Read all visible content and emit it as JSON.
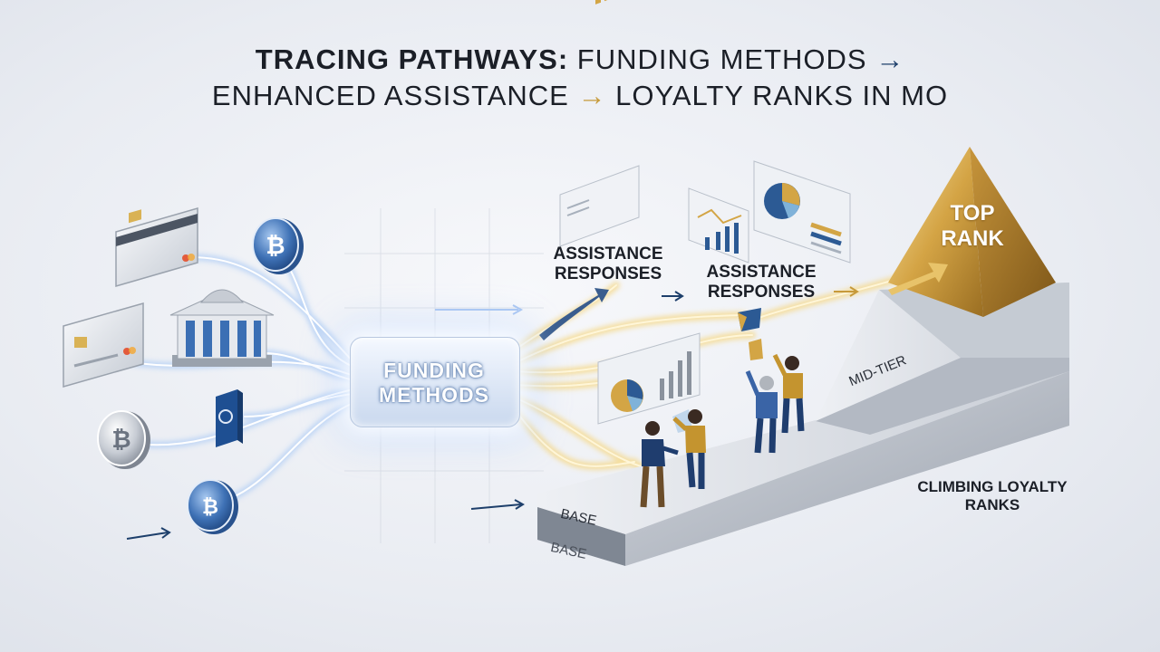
{
  "title": {
    "line1_bold": "TRACING PATHWAYS:",
    "line1_rest": " FUNDING METHODS ",
    "line1_arrow": "→",
    "line2_part1": "ENHANCED ASSISTANCE ",
    "line2_arrow": "→",
    "line2_part2": " LOYALTY RANKS IN MO"
  },
  "nodes": {
    "funding_methods": "FUNDING METHODS",
    "assistance_responses_1": "ASSISTANCE RESPONSES",
    "assistance_responses_2": "ASSISTANCE RESPONSES",
    "top_rank": "TOP RANK",
    "mid_tier": "MID-TIER",
    "base_front": "BASE",
    "base_under": "BASE",
    "climbing": "CLIMBING LOYALTY RANKS"
  },
  "colors": {
    "navy": "#1d3f6b",
    "gold": "#c79a3a",
    "glow_blue": "#a9c6f2",
    "glow_gold": "#f2d48a"
  },
  "icons": [
    "credit-card-icon",
    "bitcoin-icon",
    "bank-icon",
    "phone-wallet-icon",
    "chart-panel-icon",
    "pyramid-icon",
    "people-icon"
  ]
}
